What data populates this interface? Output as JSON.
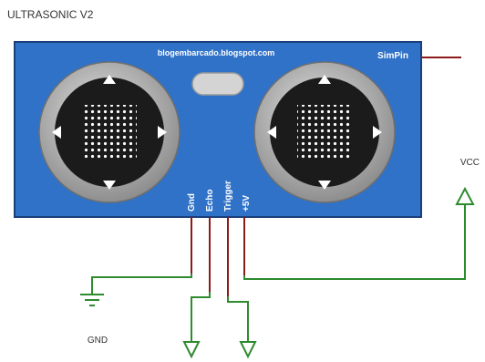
{
  "title": "ULTRASONIC V2",
  "module": {
    "website": "blogembarcado.blogspot.com",
    "badge": "SimPin",
    "pins": [
      "Gnd",
      "Echo",
      "Trigger",
      "+5V"
    ]
  },
  "labels": {
    "vcc": "VCC",
    "gnd": "GND"
  },
  "colors": {
    "board": "#2f72c8",
    "board_border": "#1a3f7a",
    "wire_power": "#8b1a1a",
    "wire_signal": "#2e8b2e",
    "transducer_ring": "#a8a8a8",
    "transducer_face": "#1b1b1b"
  }
}
